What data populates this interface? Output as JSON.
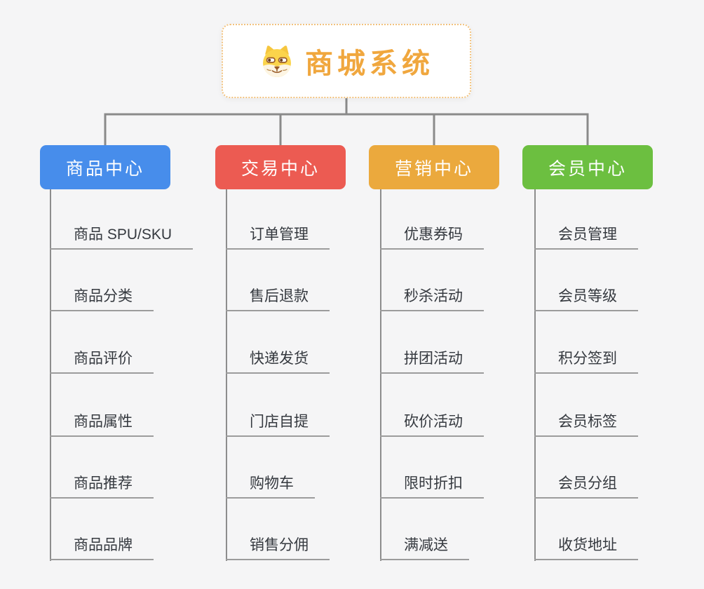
{
  "root": {
    "title": "商城系统",
    "title_color": "#f0a73e",
    "icon": "shiba-dog-icon",
    "border_color": "#f2c27e"
  },
  "connector_color": "#8a8a8a",
  "underline_color": "#9c9c9c",
  "branches": [
    {
      "label": "商品中心",
      "color": "#478deb",
      "items": [
        "商品 SPU/SKU",
        "商品分类",
        "商品评价",
        "商品属性",
        "商品推荐",
        "商品品牌"
      ]
    },
    {
      "label": "交易中心",
      "color": "#ec5b52",
      "items": [
        "订单管理",
        "售后退款",
        "快递发货",
        "门店自提",
        "购物车",
        "销售分佣"
      ]
    },
    {
      "label": "营销中心",
      "color": "#eba93d",
      "items": [
        "优惠券码",
        "秒杀活动",
        "拼团活动",
        "砍价活动",
        "限时折扣",
        "满减送"
      ]
    },
    {
      "label": "会员中心",
      "color": "#6cbf40",
      "items": [
        "会员管理",
        "会员等级",
        "积分签到",
        "会员标签",
        "会员分组",
        "收货地址"
      ]
    }
  ]
}
